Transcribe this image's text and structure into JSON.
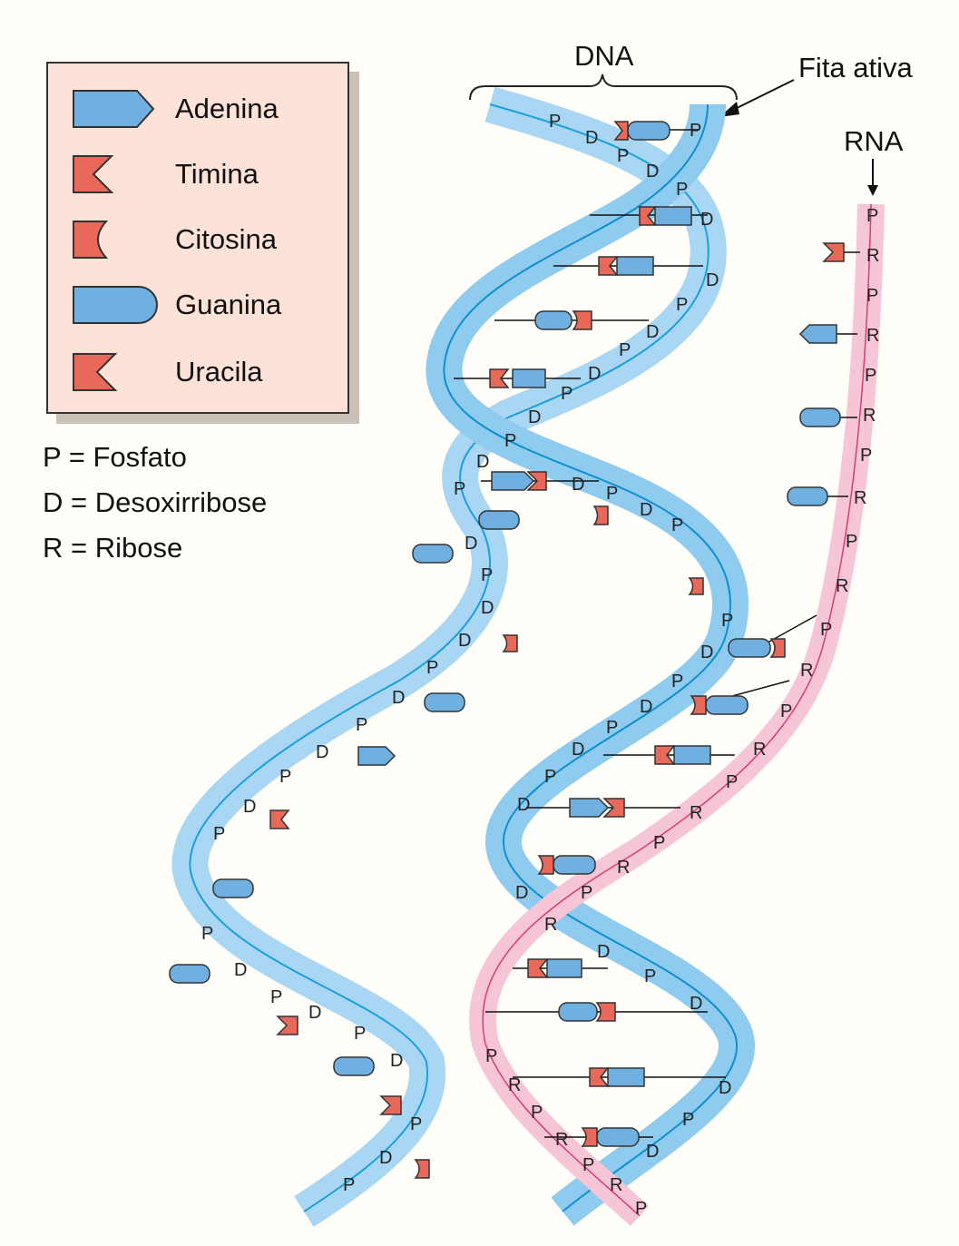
{
  "legend": {
    "items": [
      {
        "label": "Adenina",
        "icon": "adenine-arrow-shape"
      },
      {
        "label": "Timina",
        "icon": "thymine-notch-shape"
      },
      {
        "label": "Citosina",
        "icon": "cytosine-curve-shape"
      },
      {
        "label": "Guanina",
        "icon": "guanine-rounded-shape"
      },
      {
        "label": "Uracila",
        "icon": "uracil-notch-shape"
      }
    ]
  },
  "abbreviations": [
    "P = Fosfato",
    "D = Desoxirribose",
    "R = Ribose"
  ],
  "labels": {
    "dna": "DNA",
    "active_strand": "Fita ativa",
    "rna": "RNA"
  },
  "strand_letters": {
    "phosphate": "P",
    "deoxyribose": "D",
    "ribose": "R"
  },
  "colors": {
    "purine": "#6fb0e0",
    "pyrimidine": "#e8685a",
    "dna_strand": "#a9d6f3",
    "dna_strand_dark": "#0e9bd8",
    "rna_strand": "#f6c6d6",
    "rna_strand_dark": "#d93a78",
    "legend_bg": "#fde2d8"
  }
}
